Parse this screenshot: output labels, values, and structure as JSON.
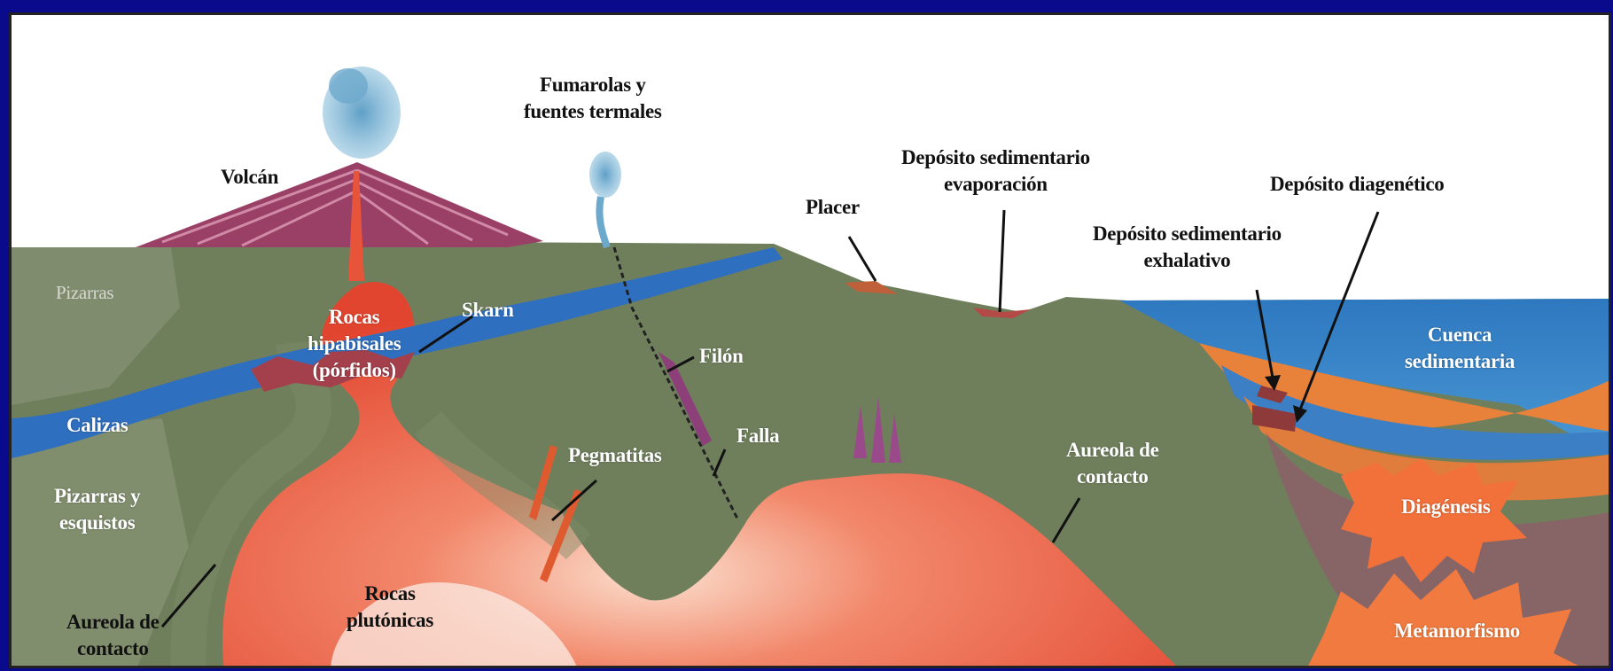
{
  "colors": {
    "frame_background": "#0a0a8c",
    "country_rock": "#6f7f5c",
    "limestone": "#2f6fbf",
    "plutonic": "#e8543a",
    "volcano": "#8b3a63",
    "sea": "#3a84c4",
    "sediment_orange": "#e8823a",
    "diagenesis": "#f2703a"
  },
  "labels": {
    "volcan": "Volcán",
    "fumarolas": [
      "Fumarolas y",
      "fuentes termales"
    ],
    "pizarras": "Pizarras",
    "rocas_hipabisales": [
      "Rocas",
      "hipabisales",
      "(pórfidos)"
    ],
    "skarn": "Skarn",
    "calizas": "Calizas",
    "pizarras_esquistos": [
      "Pizarras y",
      "esquistos"
    ],
    "aureola_left": [
      "Aureola de",
      "contacto"
    ],
    "rocas_plutonicas": [
      "Rocas",
      "plutónicas"
    ],
    "pegmatitas": "Pegmatitas",
    "filon": "Filón",
    "falla": "Falla",
    "placer": "Placer",
    "deposito_evaporacion": [
      "Depósito sedimentario",
      "evaporación"
    ],
    "aureola_right": [
      "Aureola de",
      "contacto"
    ],
    "deposito_exhalativo": [
      "Depósito sedimentario",
      "exhalativo"
    ],
    "deposito_diagenetico": "Depósito diagenético",
    "cuenca": [
      "Cuenca",
      "sedimentaria"
    ],
    "diagenesis": "Diagénesis",
    "metamorfismo": "Metamorfismo"
  }
}
